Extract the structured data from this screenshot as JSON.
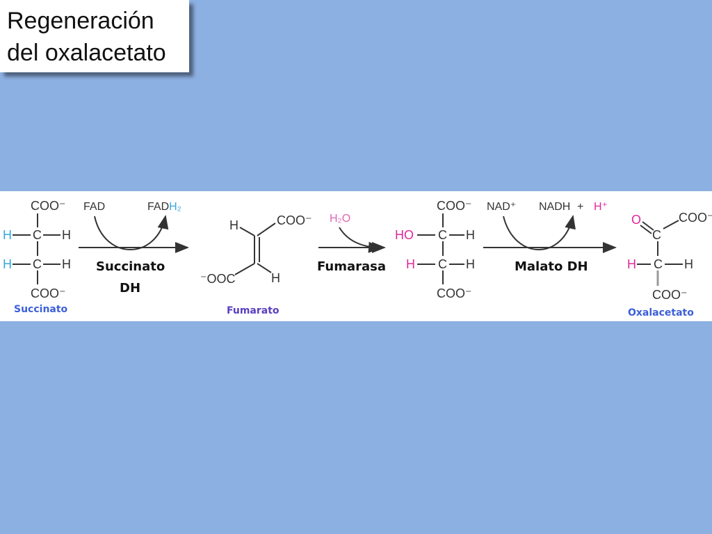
{
  "slide": {
    "title_line1": "Regeneración",
    "title_line2": "del oxalacetato"
  },
  "diagram": {
    "molecules": {
      "succinato": {
        "name": "Succinato",
        "top": "COO⁻",
        "c1": "C",
        "c2": "C",
        "bottom": "COO⁻",
        "h_left1": "H",
        "h_right1": "H",
        "h_left2": "H",
        "h_right2": "H"
      },
      "fumarato": {
        "name": "Fumarato",
        "coo_top": "COO⁻",
        "h_top": "H",
        "ooc_bottom": "⁻OOC",
        "h_bottom": "H"
      },
      "malato": {
        "top": "COO⁻",
        "ho": "HO",
        "c1": "C",
        "h_right1": "H",
        "h_left2": "H",
        "c2": "C",
        "h_right2": "H",
        "bottom": "COO⁻"
      },
      "oxalacetato": {
        "name": "Oxalacetato",
        "o": "O",
        "c1": "C",
        "coo_top": "COO⁻",
        "h_left": "H",
        "c2": "C",
        "h_right": "H",
        "bottom": "COO⁻"
      }
    },
    "reactions": {
      "r1": {
        "enzyme_line1": "Succinato",
        "enzyme_line2": "DH",
        "cofactor_in": "FAD",
        "cofactor_out": "FADH₂"
      },
      "r2": {
        "enzyme": "Fumarasa",
        "reactant": "H₂O"
      },
      "r3": {
        "enzyme": "Malato DH",
        "cofactor_in": "NAD⁺",
        "cofactor_out": "NADH",
        "plus": "+",
        "proton": "H⁺"
      }
    },
    "colors": {
      "label_blue": "#3c5fd8",
      "label_purple": "#5a3fc0",
      "hydrogen_blue": "#35a8e0",
      "magenta": "#e0279c",
      "pink_label": "#e066b6",
      "bond": "#333333"
    }
  }
}
